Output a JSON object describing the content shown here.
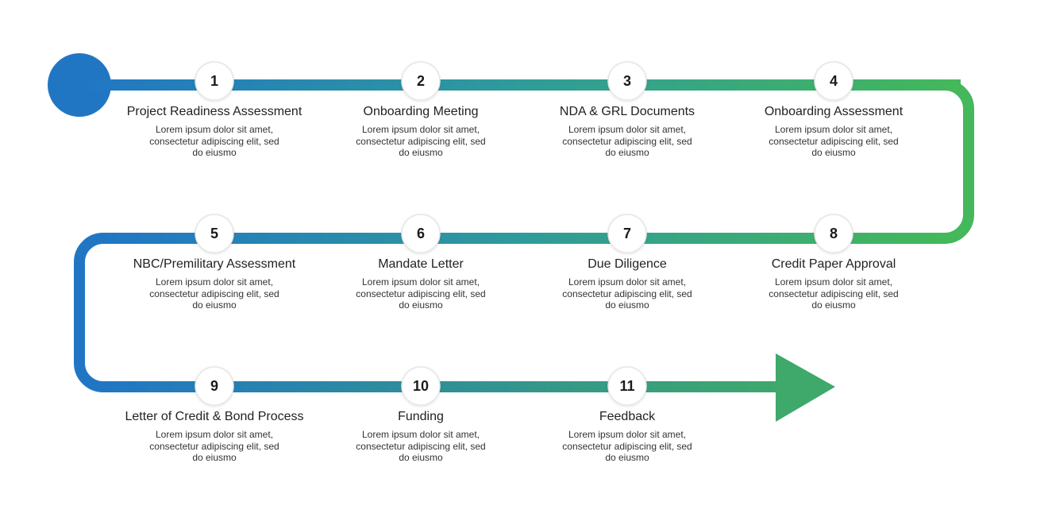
{
  "colors": {
    "gradient_start": "#2176c4",
    "gradient_mid": "#2f9b9a",
    "gradient_end": "#44b85a",
    "arrow_head": "#3ea96b",
    "badge_border": "#e6e6e6"
  },
  "steps": [
    {
      "number": "1",
      "title": "Project Readiness Assessment",
      "description": "Lorem ipsum dolor sit amet, consectetur adipiscing elit, sed do eiusmo"
    },
    {
      "number": "2",
      "title": "Onboarding Meeting",
      "description": "Lorem ipsum dolor sit amet, consectetur adipiscing elit, sed do eiusmo"
    },
    {
      "number": "3",
      "title": "NDA & GRL Documents",
      "description": "Lorem ipsum dolor sit amet, consectetur adipiscing elit, sed do eiusmo"
    },
    {
      "number": "4",
      "title": "Onboarding Assessment",
      "description": "Lorem ipsum dolor sit amet, consectetur adipiscing elit, sed do eiusmo"
    },
    {
      "number": "5",
      "title": "NBC/Premilitary Assessment",
      "description": "Lorem ipsum dolor sit amet, consectetur adipiscing elit, sed do eiusmo"
    },
    {
      "number": "6",
      "title": "Mandate Letter",
      "description": "Lorem ipsum dolor sit amet, consectetur adipiscing elit, sed do eiusmo"
    },
    {
      "number": "7",
      "title": "Due Diligence",
      "description": "Lorem ipsum dolor sit amet, consectetur adipiscing elit, sed do eiusmo"
    },
    {
      "number": "8",
      "title": "Credit Paper Approval",
      "description": "Lorem ipsum dolor sit amet, consectetur adipiscing elit, sed do eiusmo"
    },
    {
      "number": "9",
      "title": "Letter of Credit & Bond Process",
      "description": "Lorem ipsum dolor sit amet, consectetur adipiscing elit, sed do eiusmo"
    },
    {
      "number": "10",
      "title": "Funding",
      "description": "Lorem ipsum dolor sit amet, consectetur adipiscing elit, sed do eiusmo"
    },
    {
      "number": "11",
      "title": "Feedback",
      "description": "Lorem ipsum dolor sit amet, consectetur adipiscing elit, sed do eiusmo"
    }
  ]
}
